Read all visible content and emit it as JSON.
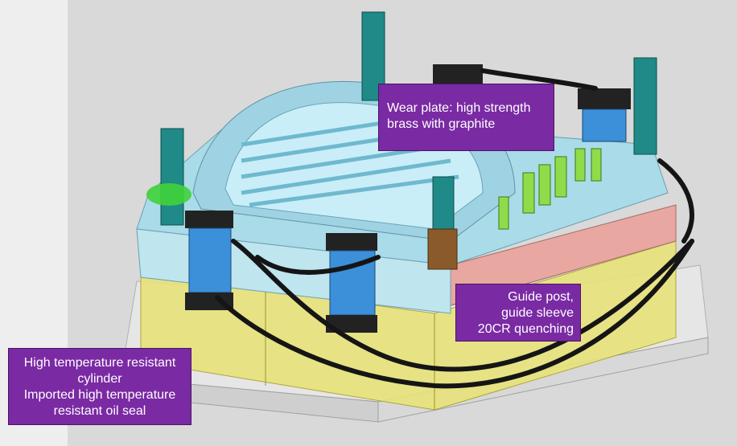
{
  "callouts": {
    "wear_plate": {
      "line1": "Wear plate: high strength",
      "line2": "brass with graphite"
    },
    "guide_post": {
      "line1": "Guide post,",
      "line2": "guide sleeve",
      "line3": "20CR quenching"
    },
    "cylinder": {
      "line1": "High temperature resistant",
      "line2": "cylinder",
      "line3": "Imported high temperature",
      "line4": "resistant oil seal"
    }
  },
  "colors": {
    "callout_fill": "#7a2aa3",
    "background": "#d9d9d9",
    "mold_body_blue": "#a9dbe8",
    "frame_yellow": "#e8e27a",
    "base_plate": "#e6e6e6",
    "guide_post_teal": "#1f8a87",
    "cylinder_blue": "#3c8fd9",
    "hose_black": "#151515"
  }
}
